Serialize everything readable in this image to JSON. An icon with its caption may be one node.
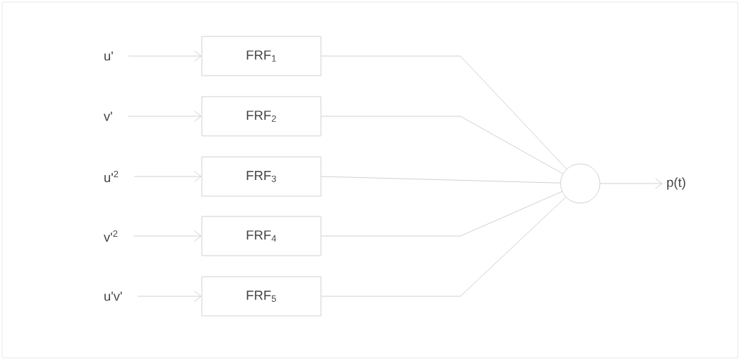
{
  "diagram": {
    "nodes": [
      {
        "text": [
          "u'"
        ]
      },
      {
        "text": [
          "v'"
        ]
      },
      {
        "text": [
          "u'$^{2}$"
        ]
      },
      {
        "text": [
          "v'$^{2}$"
        ]
      },
      {
        "text": [
          "u'v'"
        ]
      },
      {
        "text": [
          "FRF$_{1}$"
        ]
      },
      {
        "text": [
          "FRF$_{2}$"
        ]
      },
      {
        "text": [
          "FRF$_{3}$"
        ]
      },
      {
        "text": [
          "FRF$_{4}$"
        ]
      },
      {
        "text": [
          "FRF$_{5}$"
        ]
      },
      {
        "text": [],
        "shape": "circle"
      },
      {
        "text": [
          "p(t)"
        ]
      }
    ],
    "edges": [
      {
        "from": 0,
        "to": 5,
        "arrow": "to"
      },
      {
        "from": 1,
        "to": 6,
        "arrow": "to"
      },
      {
        "from": 2,
        "to": 7,
        "arrow": "to"
      },
      {
        "from": 3,
        "to": 8,
        "arrow": "to"
      },
      {
        "from": 4,
        "to": 9,
        "arrow": "to"
      },
      {
        "from": 5,
        "to": 10,
        "arrow": "none"
      },
      {
        "from": 6,
        "to": 10,
        "arrow": "none"
      },
      {
        "from": 7,
        "to": 10,
        "arrow": "none"
      },
      {
        "from": 8,
        "to": 10,
        "arrow": "none"
      },
      {
        "from": 9,
        "to": 10,
        "arrow": "none"
      },
      {
        "from": 10,
        "to": 11,
        "arrow": "to"
      }
    ]
  }
}
